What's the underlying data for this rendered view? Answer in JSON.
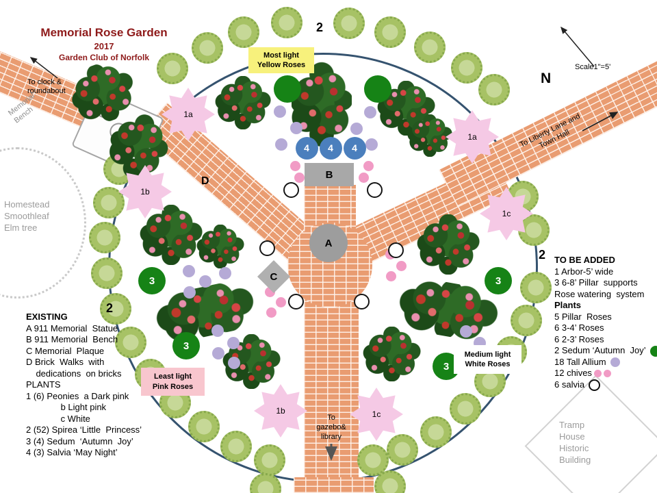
{
  "title": {
    "name": "Memorial Rose Garden",
    "year": "2017",
    "club": "Garden Club of Norfolk"
  },
  "compass": {
    "north": "N",
    "scale": "Scale1\"=5'"
  },
  "directions": {
    "clock": "To clock &\nroundabout",
    "liberty": "To Liberty Lane and\nTown Hall",
    "gazebo": "To\ngazebo&\nlibrary"
  },
  "site_labels": {
    "bench": "Memorial\nBench",
    "elm": "Homestead\nSmoothleaf\nElm tree",
    "tramp": "Tramp\nHouse\nHistoric\nBuilding"
  },
  "zones": {
    "yellow": "Most light\nYellow Roses",
    "pink": "Least light\nPink Roses",
    "white": "Medium light\nWhite Roses"
  },
  "monuments": {
    "a": "A",
    "b": "B",
    "c": "C",
    "d": "D"
  },
  "markers": {
    "peonies": [
      "1a",
      "1a",
      "1b",
      "1b",
      "1c",
      "1c"
    ],
    "spirea": [
      "2",
      "2",
      "2"
    ],
    "sedum": [
      "3",
      "3",
      "3",
      "3"
    ],
    "salvia": [
      "4",
      "4",
      "4"
    ]
  },
  "legend_existing": {
    "heading": "EXISTING",
    "lines": [
      "A 911 Memorial  Statue",
      "B 911 Memorial  Bench",
      "C Memorial  Plaque",
      "D Brick  Walks  with",
      "    dedications  on bricks",
      "PLANTS",
      "1 (6) Peonies  a Dark pink",
      "              b Light pink",
      "              c White",
      "2 (52) Spirea ‘Little  Princess’",
      "3 (4) Sedum  ‘Autumn  Joy’",
      "4 (3) Salvia ‘May Night’"
    ]
  },
  "legend_added": {
    "heading": "TO BE ADDED",
    "lines": [
      {
        "text": "1 Arbor-5’ wide"
      },
      {
        "text": "3 6-8’ Pillar  supports"
      },
      {
        "text": "Rose watering  system"
      },
      {
        "text": "Plants",
        "bold": true
      },
      {
        "text": "5 Pillar  Roses"
      },
      {
        "text": "6 3-4’ Roses"
      },
      {
        "text": "6 2-3’ Roses"
      },
      {
        "text": "2 Sedum ‘Autumn  Joy’",
        "dots": [
          "sedum-sm"
        ]
      },
      {
        "text": "18 Tall Allium",
        "dots": [
          "allium-sm"
        ]
      },
      {
        "text": "12 chives",
        "dots": [
          "chive-sm",
          "chive-sm"
        ]
      },
      {
        "text": "6 salvia",
        "dots": [
          "salvia-sm"
        ]
      }
    ]
  },
  "colors": {
    "brick": "#e99c71",
    "circle_outline": "#35536f",
    "shrub_green": "#a7c265",
    "sedum_green": "#168316",
    "salvia_blue": "#4b7fbd",
    "allium_purple": "#b5aad6",
    "chive_pink": "#f19bc5",
    "starburst_pink": "#f5c9e5",
    "zone_yellow": "#f7f17c",
    "zone_pink": "#f8c6ce",
    "title_red": "#8e1a1a"
  }
}
